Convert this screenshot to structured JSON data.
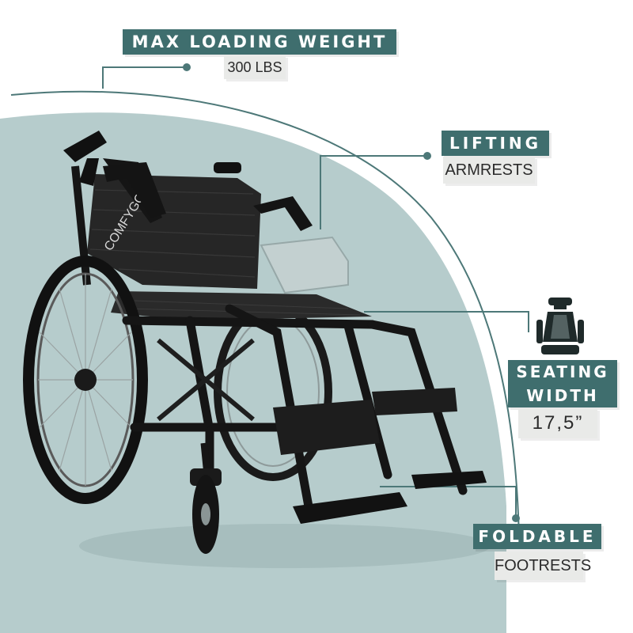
{
  "colors": {
    "label_bg": "#3f6e6e",
    "sub_bg": "#e9eae8",
    "line": "#4d7878",
    "panel": "#b6cccc",
    "frame": "#161616",
    "mesh": "#262626"
  },
  "callouts": {
    "max_weight": {
      "title": "MAX LOADING WEIGHT",
      "value": "300 LBS"
    },
    "armrests": {
      "title": "LIFTING",
      "value": "ARMRESTS"
    },
    "seating": {
      "title_line1": "SEATING",
      "title_line2": "WIDTH",
      "value": "17,5”",
      "icon": "seat-icon"
    },
    "footrests": {
      "title": "FOLDABLE",
      "value": "FOOTRESTS"
    }
  },
  "product": {
    "brand_mark": "COMFYGO"
  }
}
